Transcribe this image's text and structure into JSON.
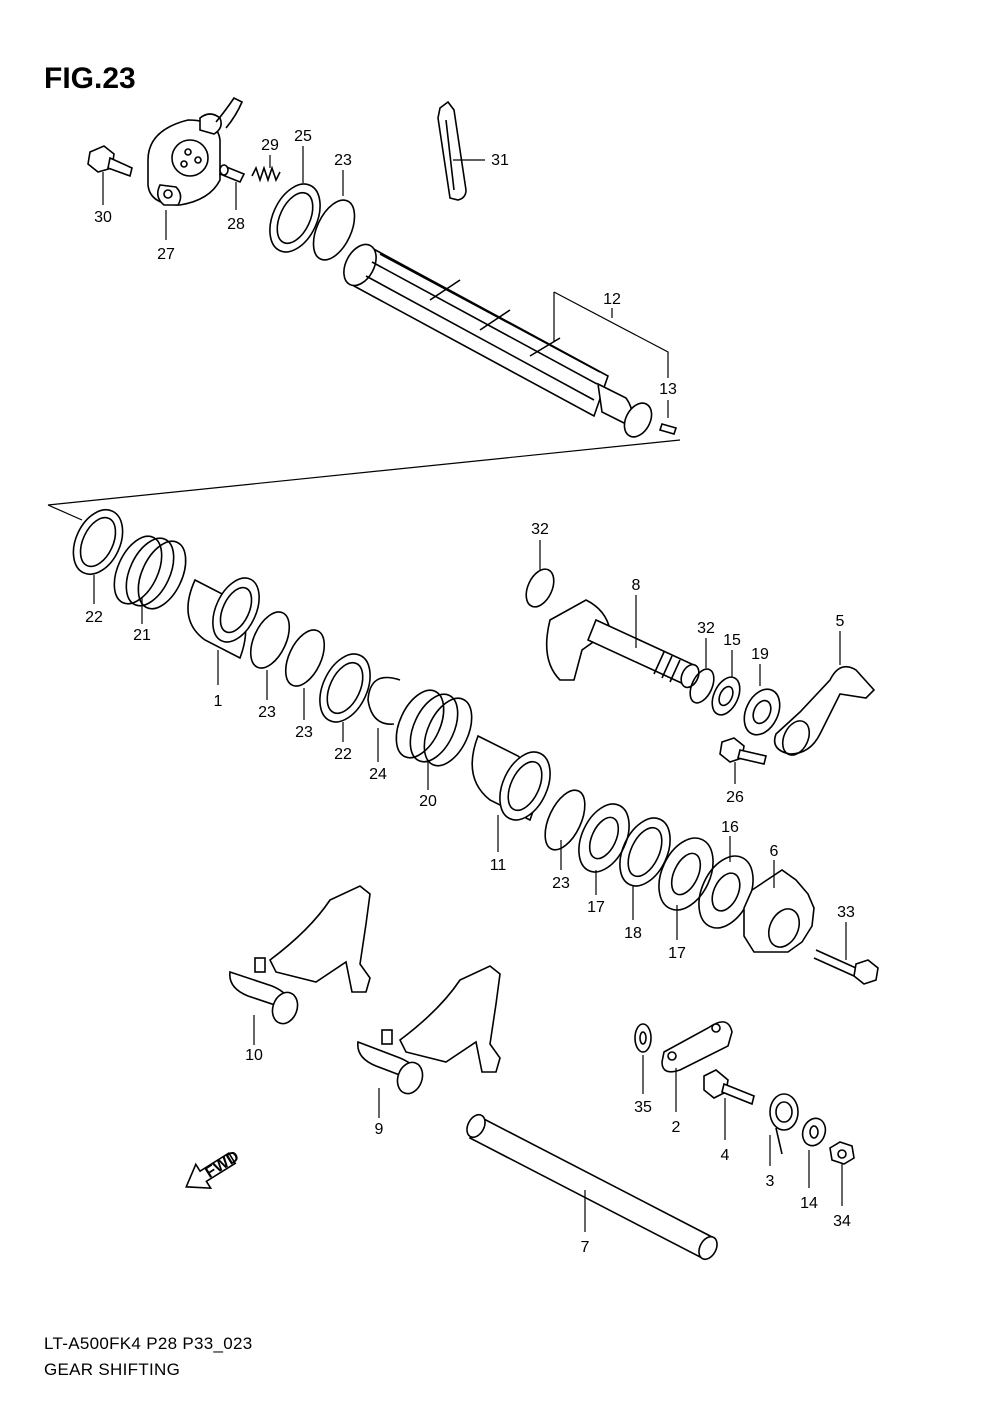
{
  "figure": {
    "title": "FIG.23",
    "model_code": "LT-A500FK4 P28 P33_023",
    "caption": "GEAR SHIFTING"
  },
  "callouts": [
    {
      "id": "c1",
      "text": "1"
    },
    {
      "id": "c2",
      "text": "2"
    },
    {
      "id": "c3",
      "text": "3"
    },
    {
      "id": "c4",
      "text": "4"
    },
    {
      "id": "c5",
      "text": "5"
    },
    {
      "id": "c6",
      "text": "6"
    },
    {
      "id": "c7",
      "text": "7"
    },
    {
      "id": "c8",
      "text": "8"
    },
    {
      "id": "c9",
      "text": "9"
    },
    {
      "id": "c10",
      "text": "10"
    },
    {
      "id": "c11",
      "text": "11"
    },
    {
      "id": "c12",
      "text": "12"
    },
    {
      "id": "c13",
      "text": "13"
    },
    {
      "id": "c14",
      "text": "14"
    },
    {
      "id": "c15",
      "text": "15"
    },
    {
      "id": "c16",
      "text": "16"
    },
    {
      "id": "c17a",
      "text": "17"
    },
    {
      "id": "c17b",
      "text": "17"
    },
    {
      "id": "c18",
      "text": "18"
    },
    {
      "id": "c19",
      "text": "19"
    },
    {
      "id": "c20",
      "text": "20"
    },
    {
      "id": "c21",
      "text": "21"
    },
    {
      "id": "c22a",
      "text": "22"
    },
    {
      "id": "c22b",
      "text": "22"
    },
    {
      "id": "c23a",
      "text": "23"
    },
    {
      "id": "c23b",
      "text": "23"
    },
    {
      "id": "c23c",
      "text": "23"
    },
    {
      "id": "c23d",
      "text": "23"
    },
    {
      "id": "c24",
      "text": "24"
    },
    {
      "id": "c25",
      "text": "25"
    },
    {
      "id": "c26",
      "text": "26"
    },
    {
      "id": "c27",
      "text": "27"
    },
    {
      "id": "c28",
      "text": "28"
    },
    {
      "id": "c29",
      "text": "29"
    },
    {
      "id": "c30",
      "text": "30"
    },
    {
      "id": "c31",
      "text": "31"
    },
    {
      "id": "c32a",
      "text": "32"
    },
    {
      "id": "c32b",
      "text": "32"
    },
    {
      "id": "c33",
      "text": "33"
    },
    {
      "id": "c34",
      "text": "34"
    },
    {
      "id": "c35",
      "text": "35"
    }
  ],
  "fwd_arrow": {
    "text": "FWD",
    "icon": "fwd-arrow-icon"
  }
}
